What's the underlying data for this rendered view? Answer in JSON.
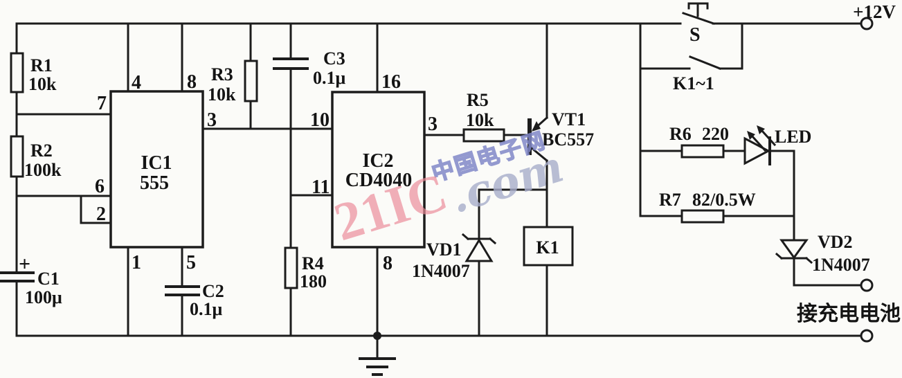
{
  "power": {
    "supply": "+12V",
    "battery": "接充电电池"
  },
  "ic1": {
    "name": "IC1",
    "part": "555",
    "pins": {
      "p4": "4",
      "p8": "8",
      "p7": "7",
      "p3": "3",
      "p6": "6",
      "p2": "2",
      "p1": "1",
      "p5": "5"
    }
  },
  "ic2": {
    "name": "IC2",
    "part": "CD4040",
    "pins": {
      "p16": "16",
      "p10": "10",
      "p11": "11",
      "p3": "3",
      "p8": "8"
    }
  },
  "resistors": {
    "r1": {
      "ref": "R1",
      "value": "10k"
    },
    "r2": {
      "ref": "R2",
      "value": "100k"
    },
    "r3": {
      "ref": "R3",
      "value": "10k"
    },
    "r4": {
      "ref": "R4",
      "value": "180"
    },
    "r5": {
      "ref": "R5",
      "value": "10k"
    },
    "r6": {
      "ref": "R6",
      "value": "220"
    },
    "r7": {
      "ref": "R7",
      "value": "82/0.5W"
    }
  },
  "capacitors": {
    "c1": {
      "ref": "C1",
      "value": "100μ",
      "polarity": "+"
    },
    "c2": {
      "ref": "C2",
      "value": "0.1μ"
    },
    "c3": {
      "ref": "C3",
      "value": "0.1μ"
    }
  },
  "diodes": {
    "vd1": {
      "ref": "VD1",
      "part": "1N4007"
    },
    "vd2": {
      "ref": "VD2",
      "part": "1N4007"
    },
    "led": {
      "ref": "LED"
    }
  },
  "transistor": {
    "ref": "VT1",
    "part": "BC557"
  },
  "relay": {
    "coil": "K1",
    "contact": "K1~1"
  },
  "switch_s": {
    "label": "S"
  },
  "watermark": {
    "brand": "21IC",
    "domain": ".com",
    "site": "中国电子网"
  },
  "colors": {
    "line": "#1c1c1c",
    "paper": "#fbfbf8",
    "watermark_pink": "#ec8b99",
    "watermark_blue": "#8289c9",
    "watermark_gray": "#a8aecb"
  }
}
